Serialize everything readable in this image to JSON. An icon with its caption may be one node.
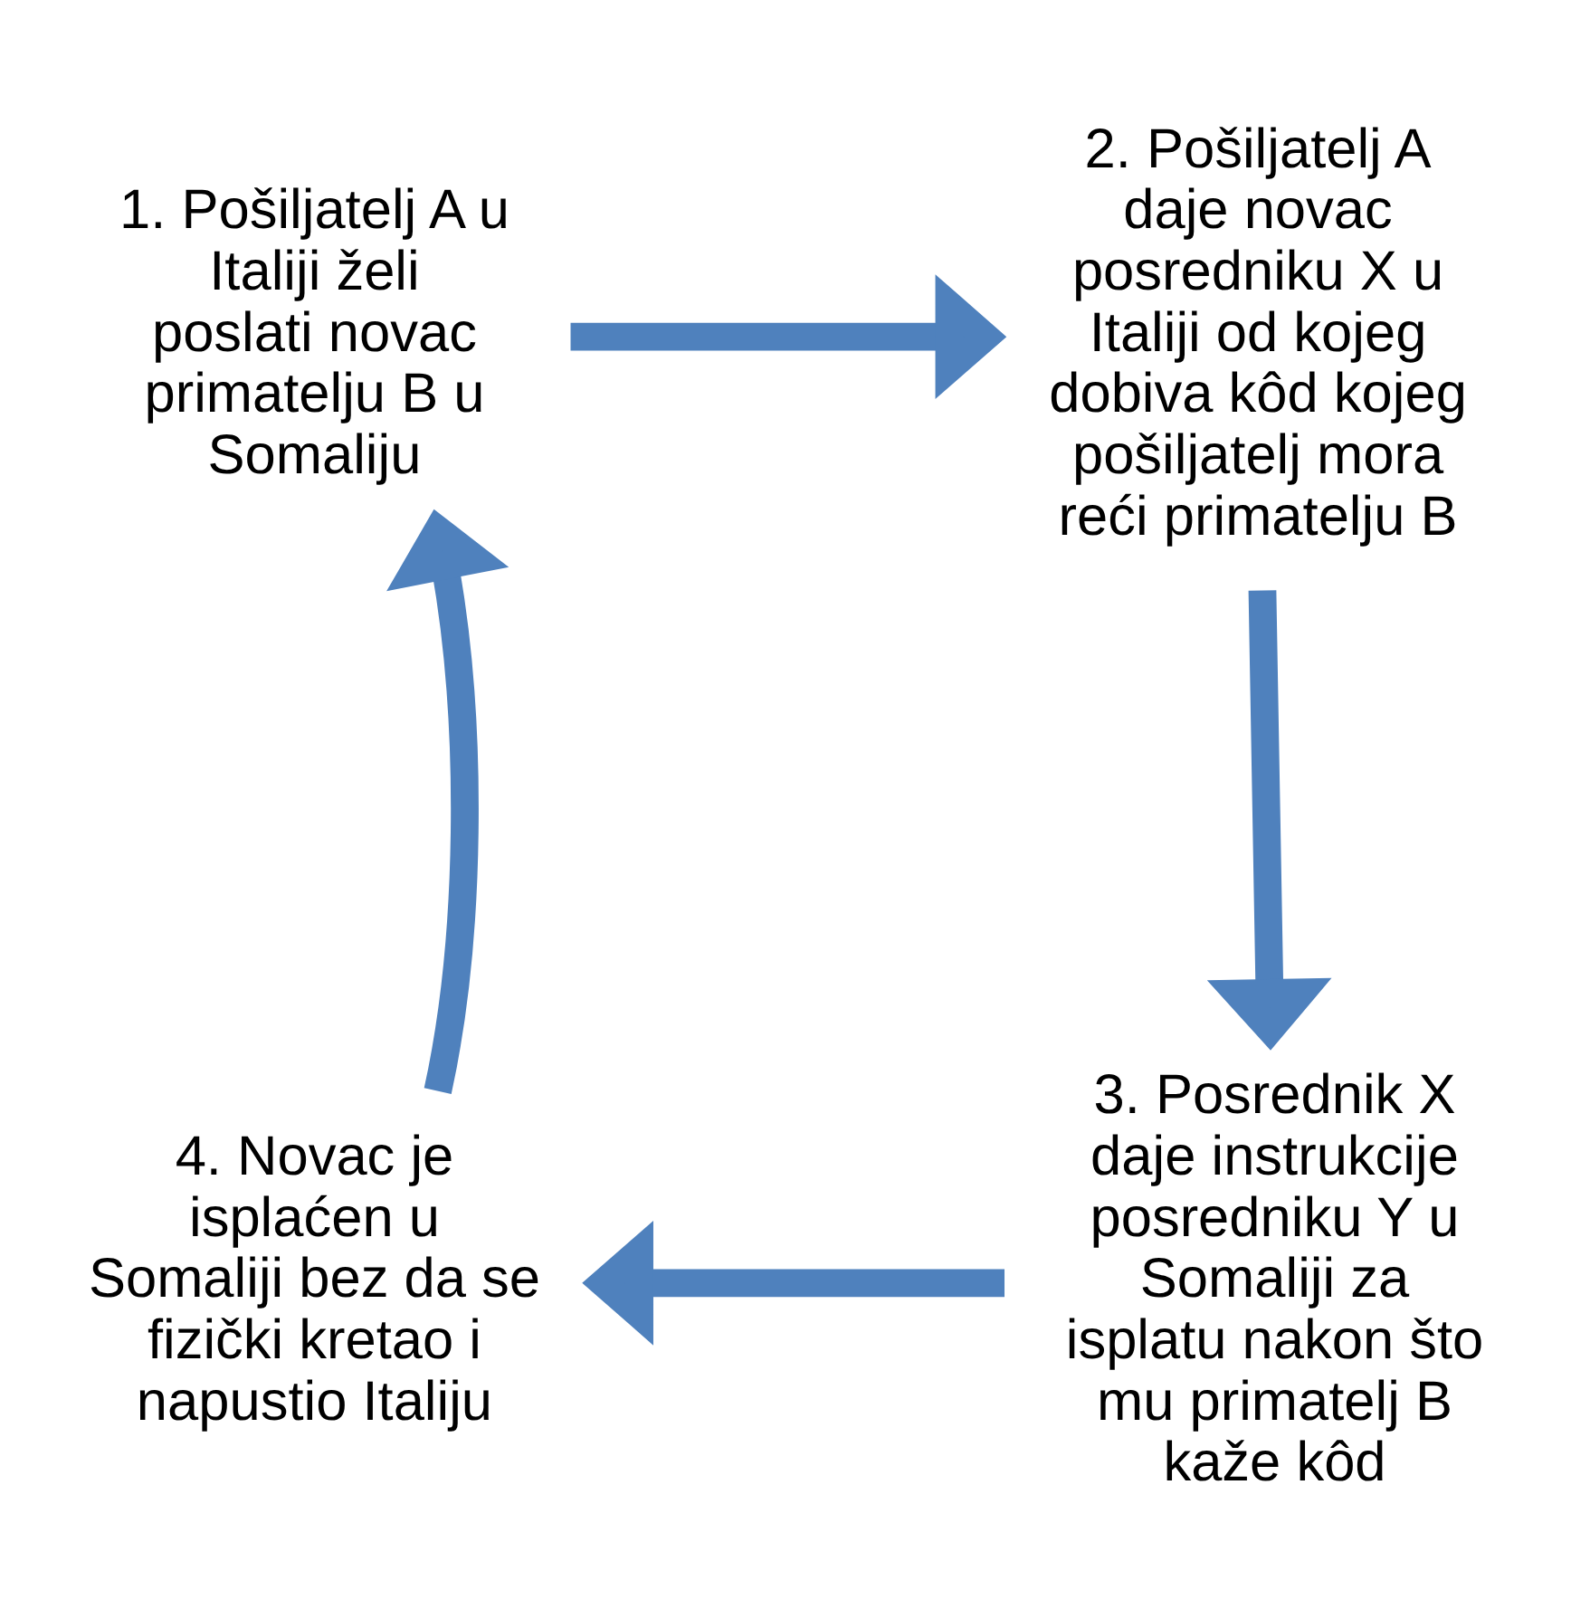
{
  "diagram": {
    "nodes": [
      {
        "text": [
          "1. Pošiljatelj A u Italiji želi poslati novac primatelju B u Somaliju"
        ]
      },
      {
        "text": [
          "2. Pošiljatelj A daje novac posredniku X u Italiji od kojeg dobiva kôd kojeg pošiljatelj mora reći primatelju B"
        ]
      },
      {
        "text": [
          "3. Posrednik X daje instrukcije posredniku Y u Somaliji za isplatu nakon što mu primatelj B kaže kôd"
        ]
      },
      {
        "text": [
          "4. Novac je isplaćen u Somaliji bez da se fizički kretao i napustio Italiju"
        ]
      }
    ],
    "edges": [
      {
        "from": 0,
        "to": 1,
        "arrow": "to"
      },
      {
        "from": 1,
        "to": 2,
        "arrow": "to"
      },
      {
        "from": 2,
        "to": 3,
        "arrow": "to"
      },
      {
        "from": 3,
        "to": 0,
        "arrow": "to"
      }
    ]
  }
}
